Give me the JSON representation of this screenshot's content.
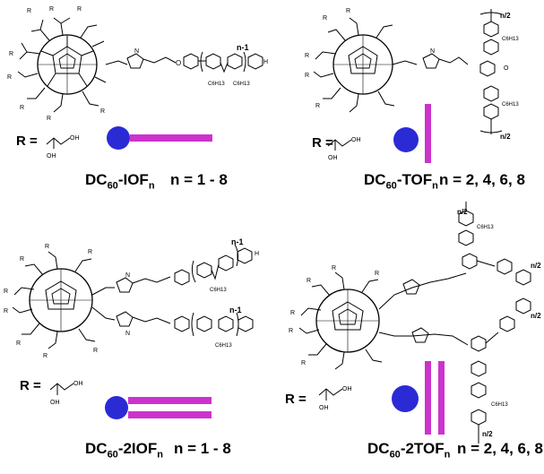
{
  "panels": [
    {
      "id": "iof",
      "name_main": "DC",
      "name_sub1": "60",
      "name_mid": "-IOF",
      "name_sub2": "n",
      "range": "n = 1 - 8",
      "r_label": "R =",
      "sub_labels": [
        "OH",
        "OH"
      ],
      "repeat_label": "n-1",
      "alkyl_labels": [
        "C6H13",
        "C6H13"
      ],
      "hex_h": "H",
      "chain": "O",
      "colors": {
        "sphere": "#2b2bd6",
        "rod": "#cc33cc"
      }
    },
    {
      "id": "tof",
      "name_main": "DC",
      "name_sub1": "60",
      "name_mid": "-TOF",
      "name_sub2": "n",
      "range": "n = 2, 4, 6, 8",
      "r_label": "R =",
      "sub_labels": [
        "OH",
        "OH"
      ],
      "repeat_label": "n/2",
      "alkyl_labels": [
        "C6H13",
        "C6H13"
      ],
      "methoxy": "O",
      "colors": {
        "sphere": "#2b2bd6",
        "rod": "#cc33cc"
      }
    },
    {
      "id": "2iof",
      "name_main": "DC",
      "name_sub1": "60",
      "name_mid": "-2IOF",
      "name_sub2": "n",
      "range": "n = 1 - 8",
      "r_label": "R =",
      "sub_labels": [
        "OH",
        "OH"
      ],
      "repeat_label": "n-1",
      "alkyl_labels": [
        "C6H13",
        "C6H13"
      ],
      "hex_h": "H",
      "colors": {
        "sphere": "#2b2bd6",
        "rod": "#cc33cc"
      }
    },
    {
      "id": "2tof",
      "name_main": "DC",
      "name_sub1": "60",
      "name_mid": "-2TOF",
      "name_sub2": "n",
      "range": "n = 2, 4, 6, 8",
      "r_label": "R =",
      "sub_labels": [
        "OH",
        "OH"
      ],
      "repeat_label": "n/2",
      "alkyl_labels": [
        "C6H13",
        "C6H13"
      ],
      "colors": {
        "sphere": "#2b2bd6",
        "rod": "#cc33cc"
      }
    }
  ],
  "atom_labels": {
    "R": "R",
    "O": "O",
    "N": "N",
    "H": "H"
  }
}
